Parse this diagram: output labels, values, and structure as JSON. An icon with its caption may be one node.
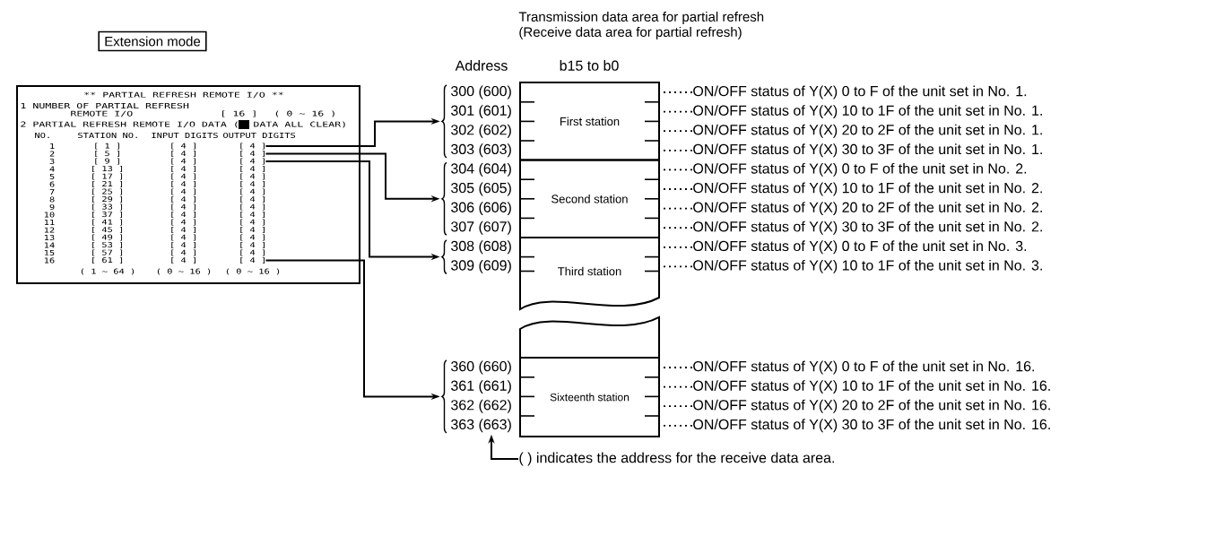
{
  "diagram": {
    "nodes": [
      {
        "text": [
          "Extension mode"
        ]
      },
      {
        "text": [
          "** PARTIAL REFRESH REMOTE I/O **",
          "1 NUMBER OF PARTIAL REFRESH",
          "REMOTE I/O",
          "[ 16 ]",
          "( 0 ~ 16 )",
          "2 PARTIAL REFRESH REMOTE I/O DATA (",
          "DATA ALL CLEAR)",
          "NO.",
          "STATION NO.",
          "INPUT DIGITS",
          "OUTPUT DIGITS",
          "( 1 ~ 64 )",
          "( 0 ~ 16 )",
          "( 0 ~ 16 )"
        ]
      },
      {
        "text": [
          "1",
          "[ 1 ]",
          "[ 4 ]",
          "[ 4 ]"
        ],
        "in": 1
      },
      {
        "text": [
          "2",
          "[ 5 ]",
          "[ 4 ]",
          "[ 4 ]"
        ],
        "in": 1
      },
      {
        "text": [
          "3",
          "[ 9 ]",
          "[ 4 ]",
          "[ 4 ]"
        ],
        "in": 1
      },
      {
        "text": [
          "4",
          "[ 13 ]",
          "[ 4 ]",
          "[ 4 ]"
        ],
        "in": 1
      },
      {
        "text": [
          "5",
          "[ 17 ]",
          "[ 4 ]",
          "[ 4 ]"
        ],
        "in": 1
      },
      {
        "text": [
          "6",
          "[ 21 ]",
          "[ 4 ]",
          "[ 4 ]"
        ],
        "in": 1
      },
      {
        "text": [
          "7",
          "[ 25 ]",
          "[ 4 ]",
          "[ 4 ]"
        ],
        "in": 1
      },
      {
        "text": [
          "8",
          "[ 29 ]",
          "[ 4 ]",
          "[ 4 ]"
        ],
        "in": 1
      },
      {
        "text": [
          "9",
          "[ 33 ]",
          "[ 4 ]",
          "[ 4 ]"
        ],
        "in": 1
      },
      {
        "text": [
          "10",
          "[ 37 ]",
          "[ 4 ]",
          "[ 4 ]"
        ],
        "in": 1
      },
      {
        "text": [
          "11",
          "[ 41 ]",
          "[ 4 ]",
          "[ 4 ]"
        ],
        "in": 1
      },
      {
        "text": [
          "12",
          "[ 45 ]",
          "[ 4 ]",
          "[ 4 ]"
        ],
        "in": 1
      },
      {
        "text": [
          "13",
          "[ 49 ]",
          "[ 4 ]",
          "[ 4 ]"
        ],
        "in": 1
      },
      {
        "text": [
          "14",
          "[ 53 ]",
          "[ 4 ]",
          "[ 4 ]"
        ],
        "in": 1
      },
      {
        "text": [
          "15",
          "[ 57 ]",
          "[ 4 ]",
          "[ 4 ]"
        ],
        "in": 1
      },
      {
        "text": [
          "16",
          "[ 61 ]",
          "[ 4 ]",
          "[ 4 ]"
        ],
        "in": 1
      },
      {
        "text": [
          "300 (600)",
          "301 (601)",
          "302 (602)",
          "303 (603)"
        ]
      },
      {
        "text": [
          "304 (604)",
          "305 (605)",
          "306 (606)",
          "307 (607)"
        ]
      },
      {
        "text": [
          "308 (608)",
          "309 (609)"
        ]
      },
      {
        "text": [
          "360 (660)",
          "361 (661)",
          "362 (662)",
          "363 (663)"
        ]
      },
      {
        "text": [
          "First station"
        ]
      },
      {
        "text": [
          "Second station"
        ]
      },
      {
        "text": [
          "Third station"
        ]
      },
      {
        "text": [
          "Sixteenth station"
        ]
      },
      {
        "text": [
          "ON/OFF status of Y(X) 0 to F of the unit set in No. 1."
        ]
      },
      {
        "text": [
          "ON/OFF status of Y(X) 10 to 1F of the unit set in No. 1."
        ]
      },
      {
        "text": [
          "ON/OFF status of Y(X) 20 to 2F of the unit set in No. 1."
        ]
      },
      {
        "text": [
          "ON/OFF status of Y(X) 30 to 3F of the unit set in No. 1."
        ]
      },
      {
        "text": [
          "ON/OFF status of Y(X) 0 to F of the unit set in No. 2."
        ]
      },
      {
        "text": [
          "ON/OFF status of Y(X) 10 to 1F of the unit set in No. 2."
        ]
      },
      {
        "text": [
          "ON/OFF status of Y(X) 20 to 2F of the unit set in No. 2."
        ]
      },
      {
        "text": [
          "ON/OFF status of Y(X) 30 to 3F of the unit set in No. 2."
        ]
      },
      {
        "text": [
          "ON/OFF status of Y(X) 0 to F of the unit set in No. 3."
        ]
      },
      {
        "text": [
          "ON/OFF status of Y(X) 10 to 1F of the unit set in No. 3."
        ]
      },
      {
        "text": [
          "ON/OFF status of Y(X) 0 to F of the unit set in No. 16."
        ]
      },
      {
        "text": [
          "ON/OFF status of Y(X) 10 to 1F of the unit set in No. 16."
        ]
      },
      {
        "text": [
          "ON/OFF status of Y(X) 20 to 2F of the unit set in No. 16."
        ]
      },
      {
        "text": [
          "ON/OFF status of Y(X) 30 to 3F of the unit set in No. 16."
        ]
      },
      {
        "text": [
          "( ) indicates the address for the receive data area."
        ]
      }
    ],
    "edges": [
      {
        "from": 2,
        "to": 18,
        "arrow": "to"
      },
      {
        "from": 3,
        "to": 19,
        "arrow": "to"
      },
      {
        "from": 4,
        "to": 20,
        "arrow": "to"
      },
      {
        "from": 17,
        "to": 21,
        "arrow": "to"
      },
      {
        "from": 26,
        "to": 22,
        "arrow": "none",
        "style": "dashed"
      },
      {
        "from": 27,
        "to": 22,
        "arrow": "none",
        "style": "dashed"
      },
      {
        "from": 28,
        "to": 22,
        "arrow": "none",
        "style": "dashed"
      },
      {
        "from": 29,
        "to": 22,
        "arrow": "none",
        "style": "dashed"
      },
      {
        "from": 30,
        "to": 23,
        "arrow": "none",
        "style": "dashed"
      },
      {
        "from": 31,
        "to": 23,
        "arrow": "none",
        "style": "dashed"
      },
      {
        "from": 32,
        "to": 23,
        "arrow": "none",
        "style": "dashed"
      },
      {
        "from": 33,
        "to": 23,
        "arrow": "none",
        "style": "dashed"
      },
      {
        "from": 34,
        "to": 24,
        "arrow": "none",
        "style": "dashed"
      },
      {
        "from": 35,
        "to": 24,
        "arrow": "none",
        "style": "dashed"
      },
      {
        "from": 36,
        "to": 25,
        "arrow": "none",
        "style": "dashed"
      },
      {
        "from": 37,
        "to": 25,
        "arrow": "none",
        "style": "dashed"
      },
      {
        "from": 38,
        "to": 25,
        "arrow": "none",
        "style": "dashed"
      },
      {
        "from": 39,
        "to": 25,
        "arrow": "none",
        "style": "dashed"
      },
      {
        "from": 40,
        "to": 21,
        "arrow": "to"
      }
    ],
    "labels": [
      "Transmission data area for partial refresh",
      "(Receive data area for partial refresh)",
      "Address",
      "b15 to b0"
    ]
  }
}
